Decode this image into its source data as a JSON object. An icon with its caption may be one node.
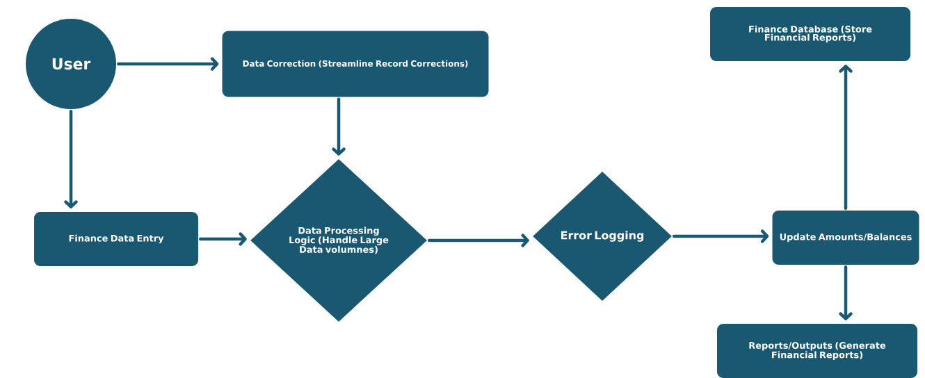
{
  "diagram": {
    "nodes": [
      {
        "text": [
          "User"
        ]
      },
      {
        "text": [
          "Data Correction (Streamline Record Corrections)"
        ]
      },
      {
        "text": [
          "Finance Data Entry"
        ]
      },
      {
        "text": [
          "Data Processing Logic (Handle Large Data volumnes)"
        ]
      },
      {
        "text": [
          "Error Logging"
        ]
      },
      {
        "text": [
          "Update Amounts/Balances"
        ]
      },
      {
        "text": [
          "Finance Database (Store Financial Reports)"
        ]
      },
      {
        "text": [
          "Reports/Outputs (Generate Financial Reports)"
        ]
      }
    ],
    "edges": [
      {
        "from": 0,
        "to": 1,
        "arrow": "to"
      },
      {
        "from": 0,
        "to": 2,
        "arrow": "to"
      },
      {
        "from": 1,
        "to": 3,
        "arrow": "to"
      },
      {
        "from": 2,
        "to": 3,
        "arrow": "to"
      },
      {
        "from": 3,
        "to": 4,
        "arrow": "to"
      },
      {
        "from": 4,
        "to": 5,
        "arrow": "to"
      },
      {
        "from": 5,
        "to": 6,
        "arrow": "to"
      },
      {
        "from": 5,
        "to": 7,
        "arrow": "to"
      }
    ]
  }
}
